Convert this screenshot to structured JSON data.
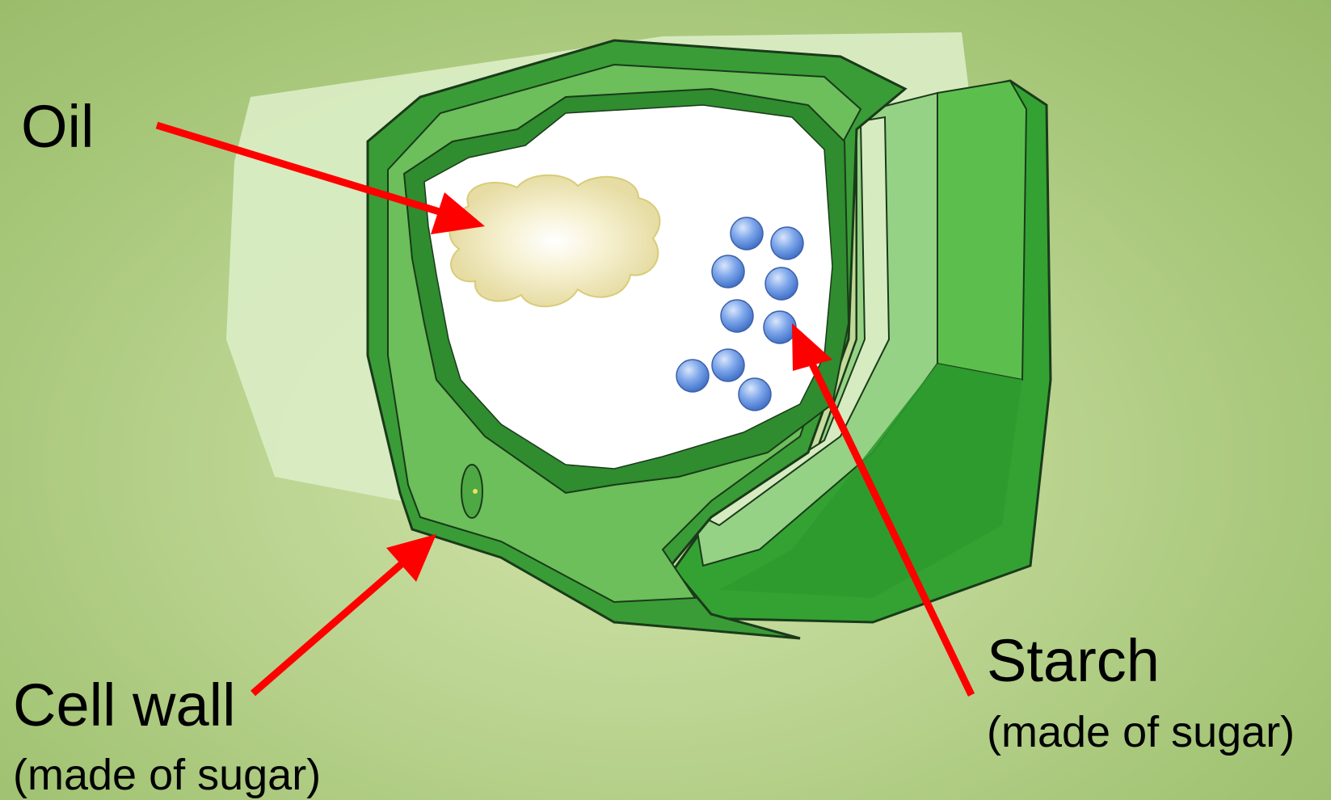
{
  "labels": {
    "oil": "Oil",
    "cell_wall": "Cell wall",
    "cell_wall_note": "(made of sugar)",
    "starch": "Starch",
    "starch_note": "(made of sugar)"
  },
  "colors": {
    "background": "#b8d28c",
    "cell_wall_green": "#3a9c37",
    "cytoplasm_green": "#6cbf5a",
    "pale_green": "#d6ecc0",
    "arrow_red": "#ff0000",
    "starch_blue": "#5b8ee0",
    "oil_yellow": "#eee6b4"
  },
  "icons": [
    "oil-droplet-icon",
    "starch-granule-icon",
    "red-arrow-icon"
  ]
}
